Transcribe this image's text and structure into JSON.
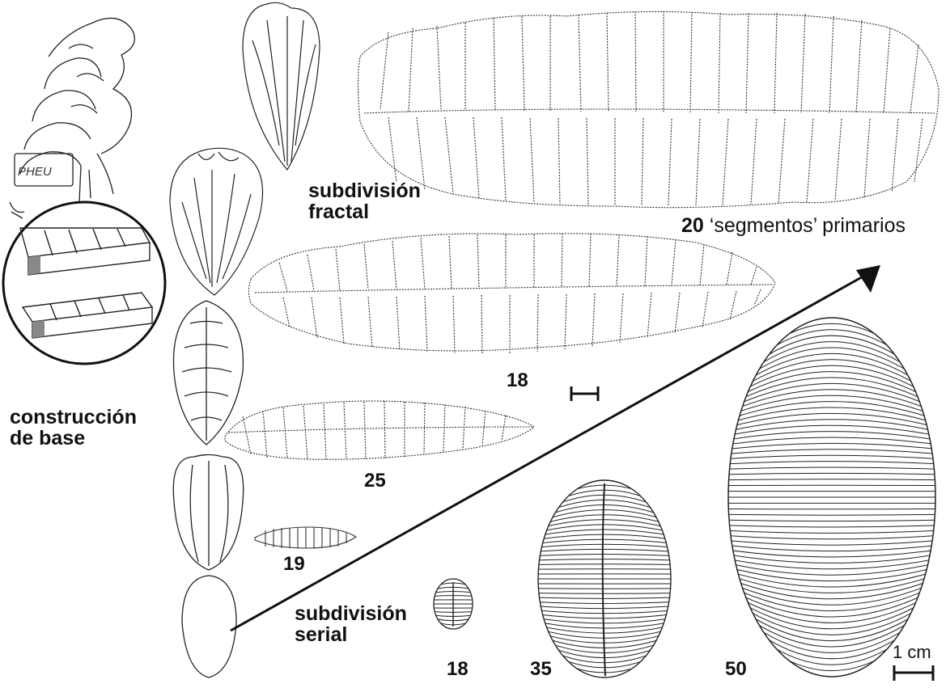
{
  "labels": {
    "fractal_1": "subdivisión",
    "fractal_2": "fractal",
    "base_1": "construcción",
    "base_2": "de base",
    "serial_1": "subdivisión",
    "serial_2": "serial",
    "segments_num": "20",
    "segments_text": "‘segmentos’ primarios",
    "scale_text": "1 cm",
    "inset_text": "PHEU"
  },
  "specimen_counts": {
    "fractal_mid": "18",
    "long_thin": "25",
    "small_worm": "19",
    "small_oval": "18",
    "mid_oval": "35",
    "large_oval": "50"
  },
  "colors": {
    "ink": "#111111",
    "background": "#ffffff"
  }
}
